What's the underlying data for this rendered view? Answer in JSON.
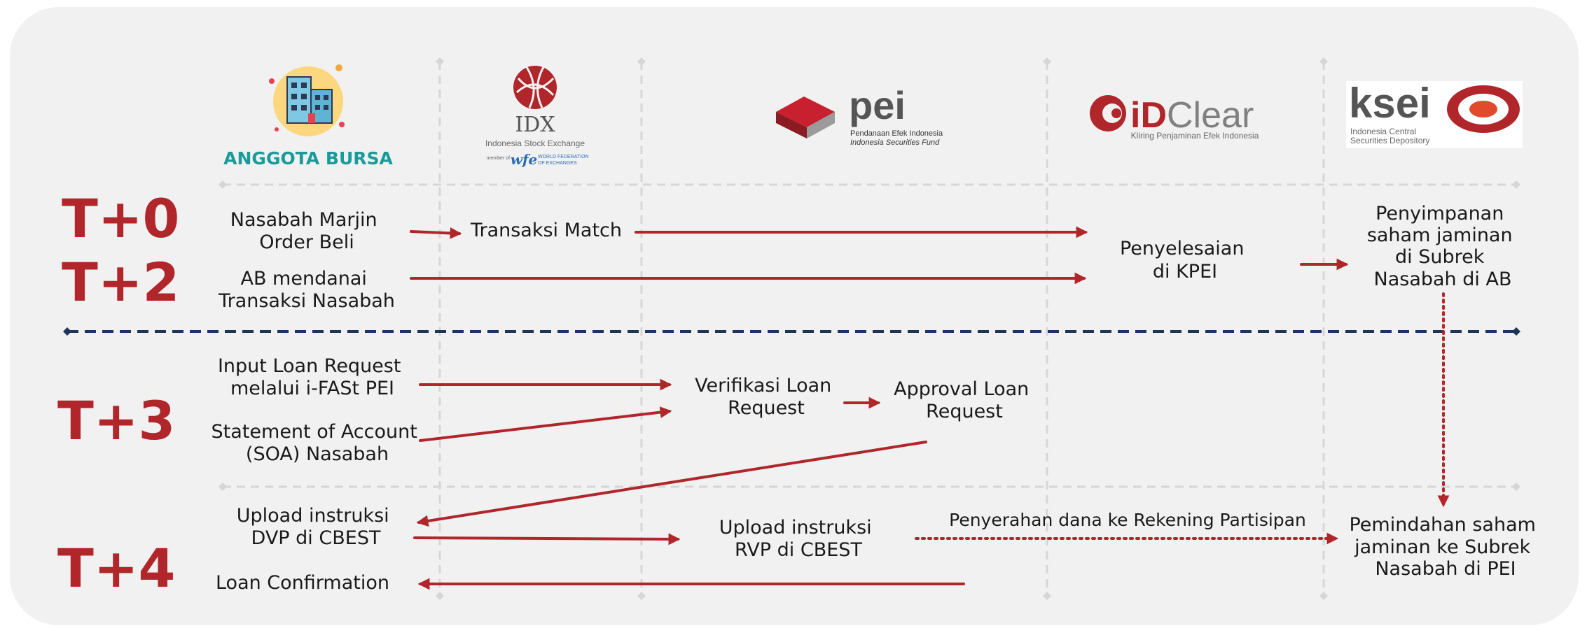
{
  "colors": {
    "arrow": "#b0262b",
    "divider": "#1d3557",
    "guide": "#d6d6d6",
    "panel": "#f1f1f1",
    "teal": "#1a9a9a"
  },
  "participants": {
    "ab": {
      "name": "ANGGOTA BURSA"
    },
    "idx": {
      "name": "IDX",
      "sub": "Indonesia Stock Exchange",
      "member": "member of",
      "wfe_mark": "wfe",
      "wfe_text1": "WORLD FEDERATION",
      "wfe_text2": "OF EXCHANGES"
    },
    "pei": {
      "name": "pei",
      "sub1": "Pendanaan Efek Indonesia",
      "sub2": "Indonesia Securities Fund"
    },
    "idclear": {
      "name_i": "iD",
      "name_rest": "Clear",
      "sub": "Kliring Penjaminan Efek Indonesia"
    },
    "ksei": {
      "name": "ksei",
      "sub1": "Indonesia Central",
      "sub2": "Securities Depository"
    }
  },
  "days": {
    "t0": "T+0",
    "t2": "T+2",
    "t3": "T+3",
    "t4": "T+4"
  },
  "steps": {
    "nasabah_order": [
      "Nasabah Marjin",
      "Order Beli"
    ],
    "transaksi_match": "Transaksi Match",
    "ab_mendanai": [
      "AB mendanai",
      "Transaksi Nasabah"
    ],
    "penyelesaian": [
      "Penyelesaian",
      "di KPEI"
    ],
    "penyimpanan": [
      "Penyimpanan",
      "saham jaminan",
      "di Subrek",
      "Nasabah di AB"
    ],
    "input_loan": [
      "Input Loan Request",
      "melalui i-FASt PEI"
    ],
    "soa": [
      "Statement of Account",
      "(SOA) Nasabah"
    ],
    "verifikasi": [
      "Verifikasi Loan",
      "Request"
    ],
    "approval": [
      "Approval Loan",
      "Request"
    ],
    "upload_dvp": [
      "Upload instruksi",
      "DVP di CBEST"
    ],
    "upload_rvp": [
      "Upload instruksi",
      "RVP di CBEST"
    ],
    "penyerahan": "Penyerahan dana ke Rekening Partisipan",
    "pemindahan": [
      "Pemindahan saham",
      "jaminan ke Subrek",
      "Nasabah di PEI"
    ],
    "loan_confirmation": "Loan Confirmation"
  }
}
